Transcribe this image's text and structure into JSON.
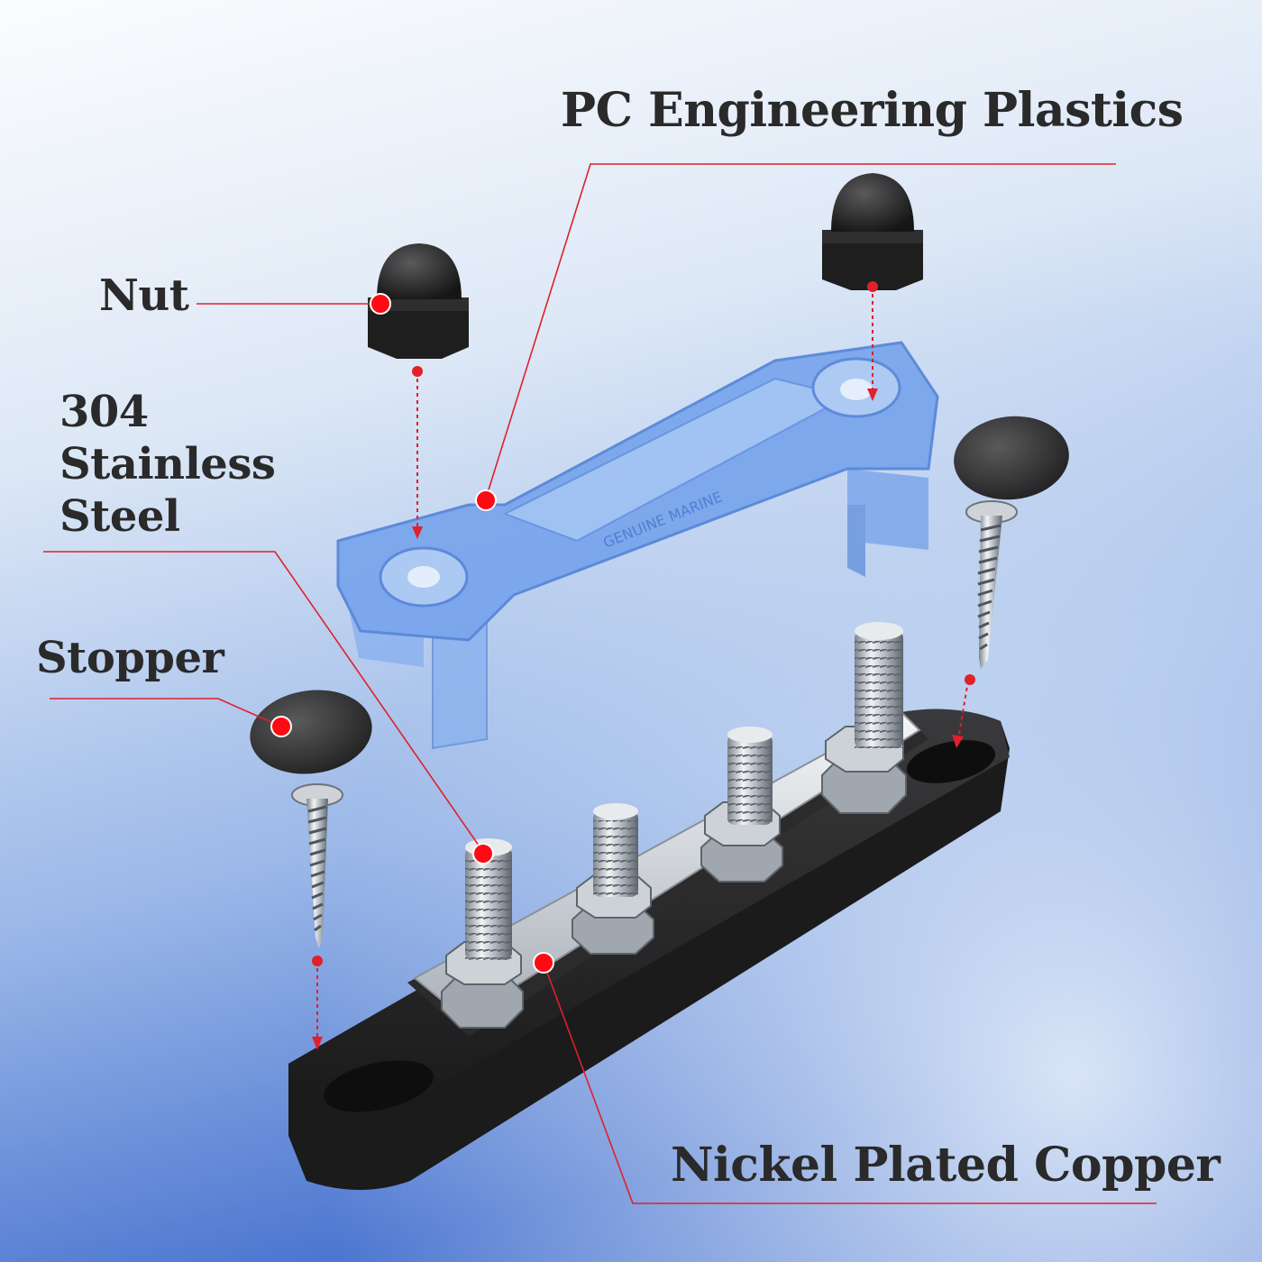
{
  "colors": {
    "background_top": "#fafcfe",
    "background_bottom": "#4f79d2",
    "callout_line": "#e0202a",
    "callout_dot": "#ff0a14",
    "label_text": "#2a2a2a",
    "base_black": "#1c1c1c",
    "cover_blue": "#6f9de8",
    "steel": "#c9ced4"
  },
  "labels": {
    "pc_plastics": "PC Engineering Plastics",
    "nut": "Nut",
    "steel_line1": "304",
    "steel_line2": "Stainless",
    "steel_line3": "Steel",
    "stopper": "Stopper",
    "copper": "Nickel Plated Copper"
  },
  "cover_imprint": "GENUINE MARINE",
  "icons": {
    "part_marker": "red-dot-icon",
    "assembly_arrow": "dashed-arrow-icon"
  }
}
